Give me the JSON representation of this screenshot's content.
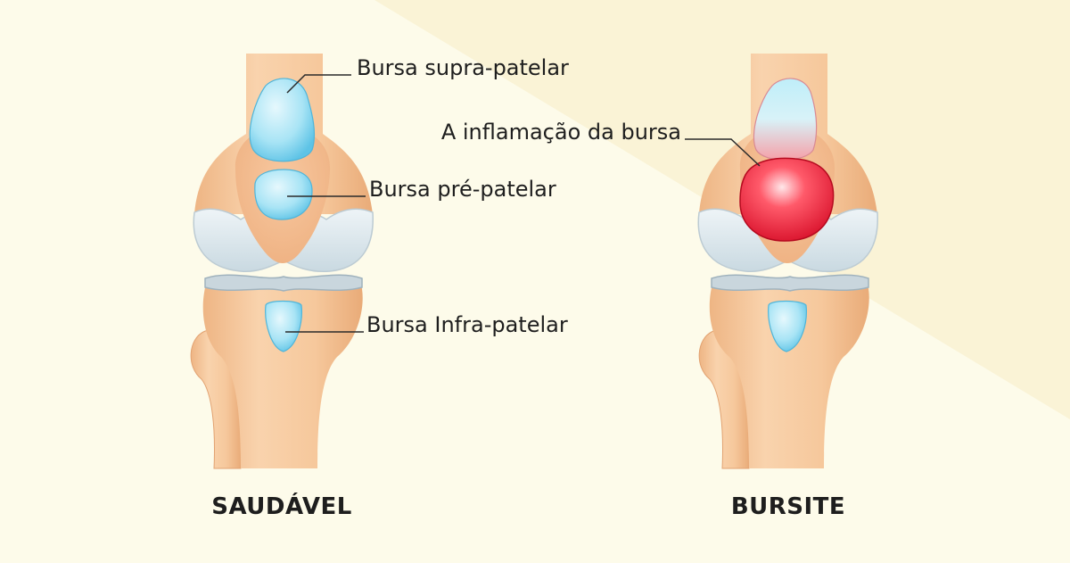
{
  "colors": {
    "background_light": "#fdfbea",
    "background_band": "#faf3d6",
    "bone": "#f2c193",
    "bone_shadow": "#e4a574",
    "bursa": "#8fdcf2",
    "bursa_inflamed": "#e8213a",
    "cartilage": "#d6e4ea"
  },
  "labels": {
    "supra": "Bursa supra-patelar",
    "pre": "Bursa pré-patelar",
    "infra": "Bursa Infra-patelar",
    "inflamacao": "A inflamação da bursa"
  },
  "captions": {
    "left": "SAUDÁVEL",
    "right": "BURSITE"
  }
}
